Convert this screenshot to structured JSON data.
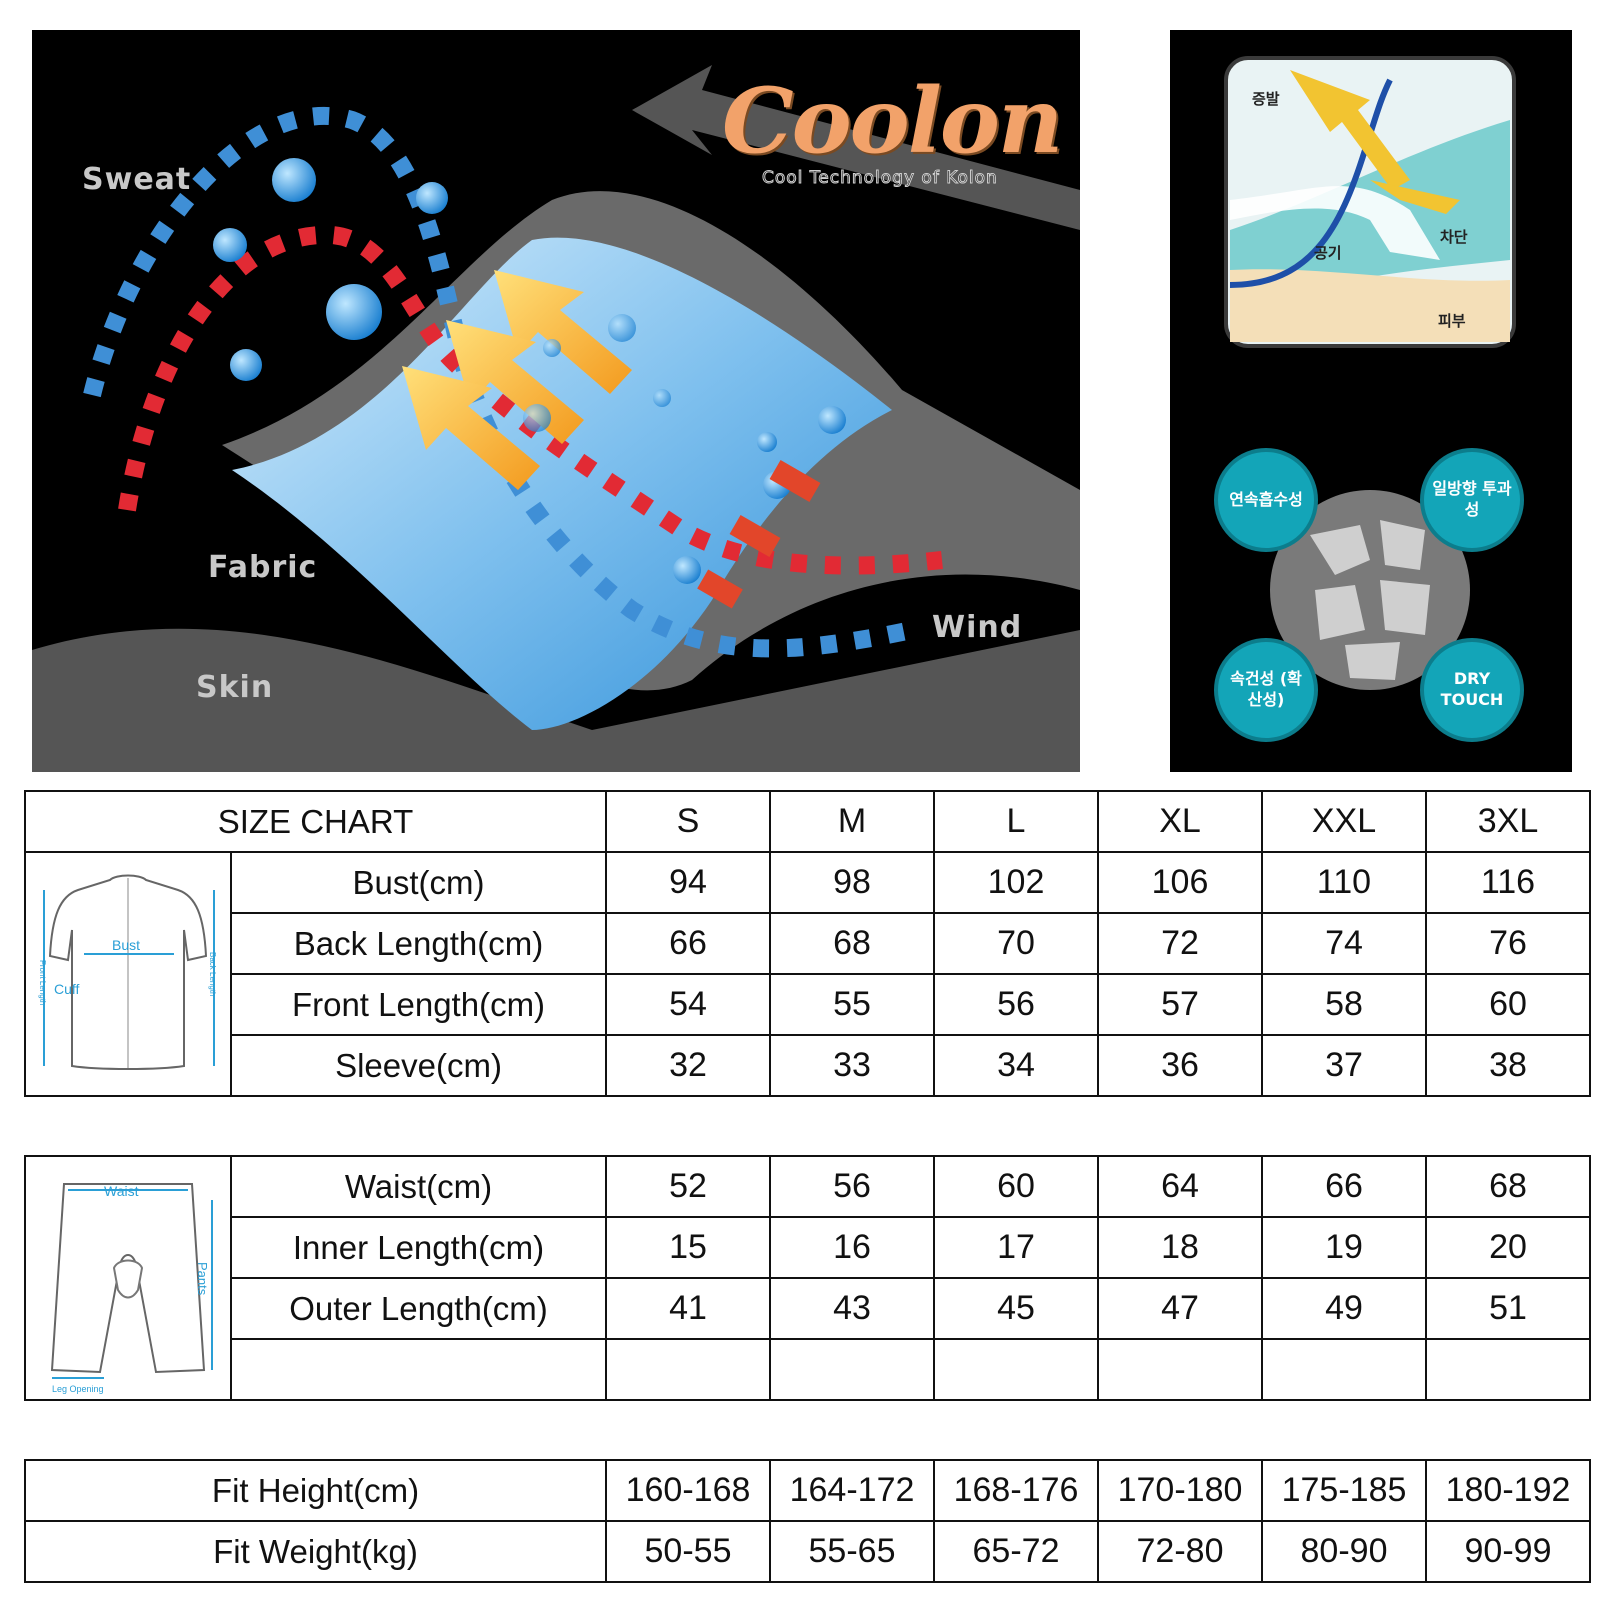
{
  "hero": {
    "brand": "Coolon",
    "brand_tagline": "Cool Technology of Kolon",
    "labels": {
      "sweat": "Sweat",
      "fabric": "Fabric",
      "skin": "Skin",
      "wind": "Wind"
    }
  },
  "tech_panel": {
    "diagram_labels": {
      "evaporation": "증발",
      "air": "공기",
      "block": "차단",
      "skin": "피부"
    },
    "bubbles": [
      "연속흡수성",
      "일방향 투과성",
      "속건성 (확산성)",
      "DRY TOUCH"
    ]
  },
  "size_chart": {
    "title": "SIZE CHART",
    "sizes": [
      "S",
      "M",
      "L",
      "XL",
      "XXL",
      "3XL"
    ],
    "jersey_figure_labels": {
      "bust": "Bust",
      "cuff": "Cuff",
      "front_length": "Front Length",
      "back_length": "Back Length"
    },
    "jersey_rows": [
      {
        "label": "Bust(cm)",
        "values": [
          "94",
          "98",
          "102",
          "106",
          "110",
          "116"
        ]
      },
      {
        "label": "Back Length(cm)",
        "values": [
          "66",
          "68",
          "70",
          "72",
          "74",
          "76"
        ]
      },
      {
        "label": "Front Length(cm)",
        "values": [
          "54",
          "55",
          "56",
          "57",
          "58",
          "60"
        ]
      },
      {
        "label": "Sleeve(cm)",
        "values": [
          "32",
          "33",
          "34",
          "36",
          "37",
          "38"
        ]
      }
    ],
    "pants_figure_labels": {
      "waist": "Waist",
      "pants": "Pants",
      "leg_opening": "Leg Opening"
    },
    "pants_rows": [
      {
        "label": "Waist(cm)",
        "values": [
          "52",
          "56",
          "60",
          "64",
          "66",
          "68"
        ]
      },
      {
        "label": "Inner Length(cm)",
        "values": [
          "15",
          "16",
          "17",
          "18",
          "19",
          "20"
        ]
      },
      {
        "label": "Outer Length(cm)",
        "values": [
          "41",
          "43",
          "45",
          "47",
          "49",
          "51"
        ]
      }
    ],
    "fit_rows": [
      {
        "label": "Fit Height(cm)",
        "values": [
          "160-168",
          "164-172",
          "168-176",
          "170-180",
          "175-185",
          "180-192"
        ]
      },
      {
        "label": "Fit Weight(kg)",
        "values": [
          "50-55",
          "55-65",
          "65-72",
          "72-80",
          "80-90",
          "90-99"
        ]
      }
    ]
  }
}
